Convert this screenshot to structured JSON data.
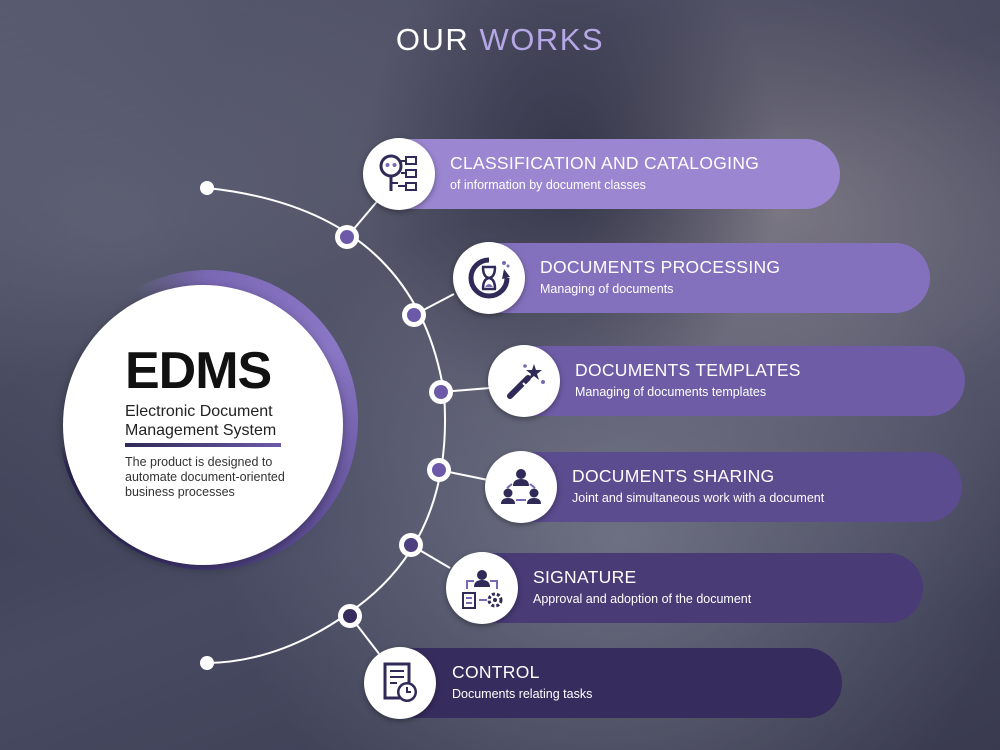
{
  "title": {
    "part1": "OUR",
    "part2": "WORKS"
  },
  "center": {
    "title": "EDMS",
    "subtitle": "Electronic Document Management System",
    "description": "The product is designed to automate document-oriented business processes"
  },
  "items": [
    {
      "title": "CLASSIFICATION AND CATALOGING",
      "desc": "of information by document classes",
      "icon": "classification-icon",
      "color": "#9a86d1"
    },
    {
      "title": "DOCUMENTS PROCESSING",
      "desc": "Managing of documents",
      "icon": "hourglass-icon",
      "color": "#8471bd"
    },
    {
      "title": "DOCUMENTS TEMPLATES",
      "desc": "Managing of documents templates",
      "icon": "magic-wand-icon",
      "color": "#6e5ca6"
    },
    {
      "title": "DOCUMENTS SHARING",
      "desc": "Joint and simultaneous work with a document",
      "icon": "team-sharing-icon",
      "color": "#5b4b8f"
    },
    {
      "title": "SIGNATURE",
      "desc": "Approval and adoption of the document",
      "icon": "signature-approval-icon",
      "color": "#483b76"
    },
    {
      "title": "CONTROL",
      "desc": "Documents relating tasks",
      "icon": "task-clock-icon",
      "color": "#372c5e"
    }
  ],
  "colors": {
    "accent": "#b6a8e6",
    "icon_dark": "#2f2a57",
    "node_fill": "#6c5aa8"
  }
}
